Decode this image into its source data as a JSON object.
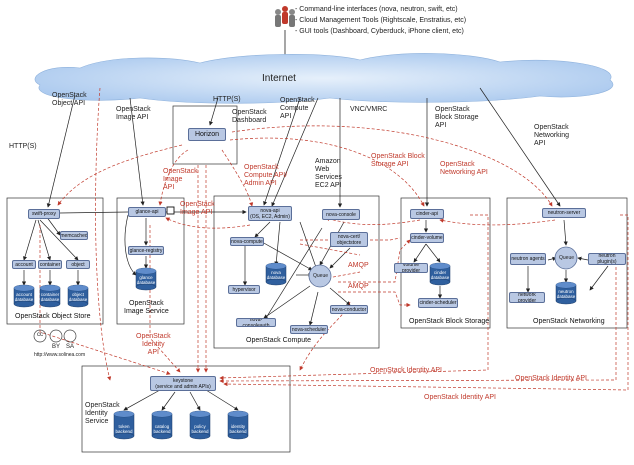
{
  "users": {
    "cli": "- Command-line interfaces (nova, neutron, swift, etc)",
    "cloud": "- Cloud Management Tools (Rightscale, Enstratius, etc)",
    "gui": "- GUI tools (Dashboard, Cyberduck, iPhone client, etc)"
  },
  "internet": "Internet",
  "apis": {
    "object_api": "OpenStack\nObject API",
    "https1": "HTTP(S)",
    "image_api": "OpenStack\nImage API",
    "https2": "HTTP(S)",
    "dashboard": "OpenStack\nDashboard",
    "compute_api": "OpenStack\nCompute\nAPI",
    "aws": "Amazon\nWeb\nServices\nEC2 API",
    "vnc": "VNC/VMRC",
    "block_api": "OpenStack\nBlock Storage\nAPI",
    "networking_api": "OpenStack\nNetworking\nAPI"
  },
  "horizon": "Horizon",
  "red_labels": {
    "image_api": "OpenStack\nImage\nAPI",
    "compute_admin": "OpenStack\nCompute API/\nAdmin API",
    "block_api": "OpenStack Block\nStorage API",
    "networking_api": "OpenStack\nNetworking API",
    "image_api2": "OpenStack\nImage API",
    "amqp1": "AMQP",
    "amqp2": "AMQP",
    "identity_api_left": "OpenStack\nIdentity\nAPI",
    "identity_api_1": "OpenStack Identity API",
    "identity_api_2": "OpenStack Identity API",
    "identity_api_3": "OpenStack Identity API"
  },
  "object_store": {
    "title": "OpenStack Object Store",
    "proxy": "swift-proxy",
    "memcached": "memcached",
    "account": "account",
    "container": "container",
    "object": "object",
    "db_account": "account\ndatabase",
    "db_container": "container\ndatabase",
    "db_object": "object\ndatabase"
  },
  "image_service": {
    "title": "OpenStack\nImage Service",
    "api": "glance-api",
    "registry": "glance-registry",
    "db": "glance\ndatabase"
  },
  "compute": {
    "title": "OpenStack Compute",
    "api": "nova-api\n(OS, EC2, Admin)",
    "console": "nova-console",
    "cert": "nova-cert/\nobjectstore",
    "compute": "nova-compute",
    "hypervisor": "hypervisor",
    "db": "nova\ndatabase",
    "queue": "Queue",
    "consoleauth": "nova-consoleauth",
    "scheduler": "nova-scheduler",
    "conductor": "nova-conductor"
  },
  "block_storage": {
    "title": "OpenStack Block Storage",
    "api": "cinder-api",
    "volume": "cinder-volume",
    "provider": "volume provider",
    "db": "cinder\ndatabase",
    "scheduler": "cinder-scheduler"
  },
  "networking": {
    "title": "OpenStack Networking",
    "server": "neutron-server",
    "agents": "neutron agents",
    "queue": "Queue",
    "plugins": "neutron plugin(s)",
    "provider": "network provider",
    "db": "neutron\ndatabase"
  },
  "identity": {
    "title": "OpenStack\nIdentity\nService",
    "keystone": "keystone\n(service and admin APIs)",
    "token": "token\nbackend",
    "catalog": "catalog\nbackend",
    "policy": "policy\nbackend",
    "identity": "identity\nbackend"
  },
  "license": {
    "cc": "cc",
    "by": "BY",
    "sa": "SA",
    "url": "http://www.solinea.com"
  },
  "colors": {
    "box_fill": "#b9c8e3",
    "box_border": "#5b6f99",
    "db_fill": "#2f5f9e",
    "red": "#c0392b",
    "cloud": "#bcd5f3"
  }
}
